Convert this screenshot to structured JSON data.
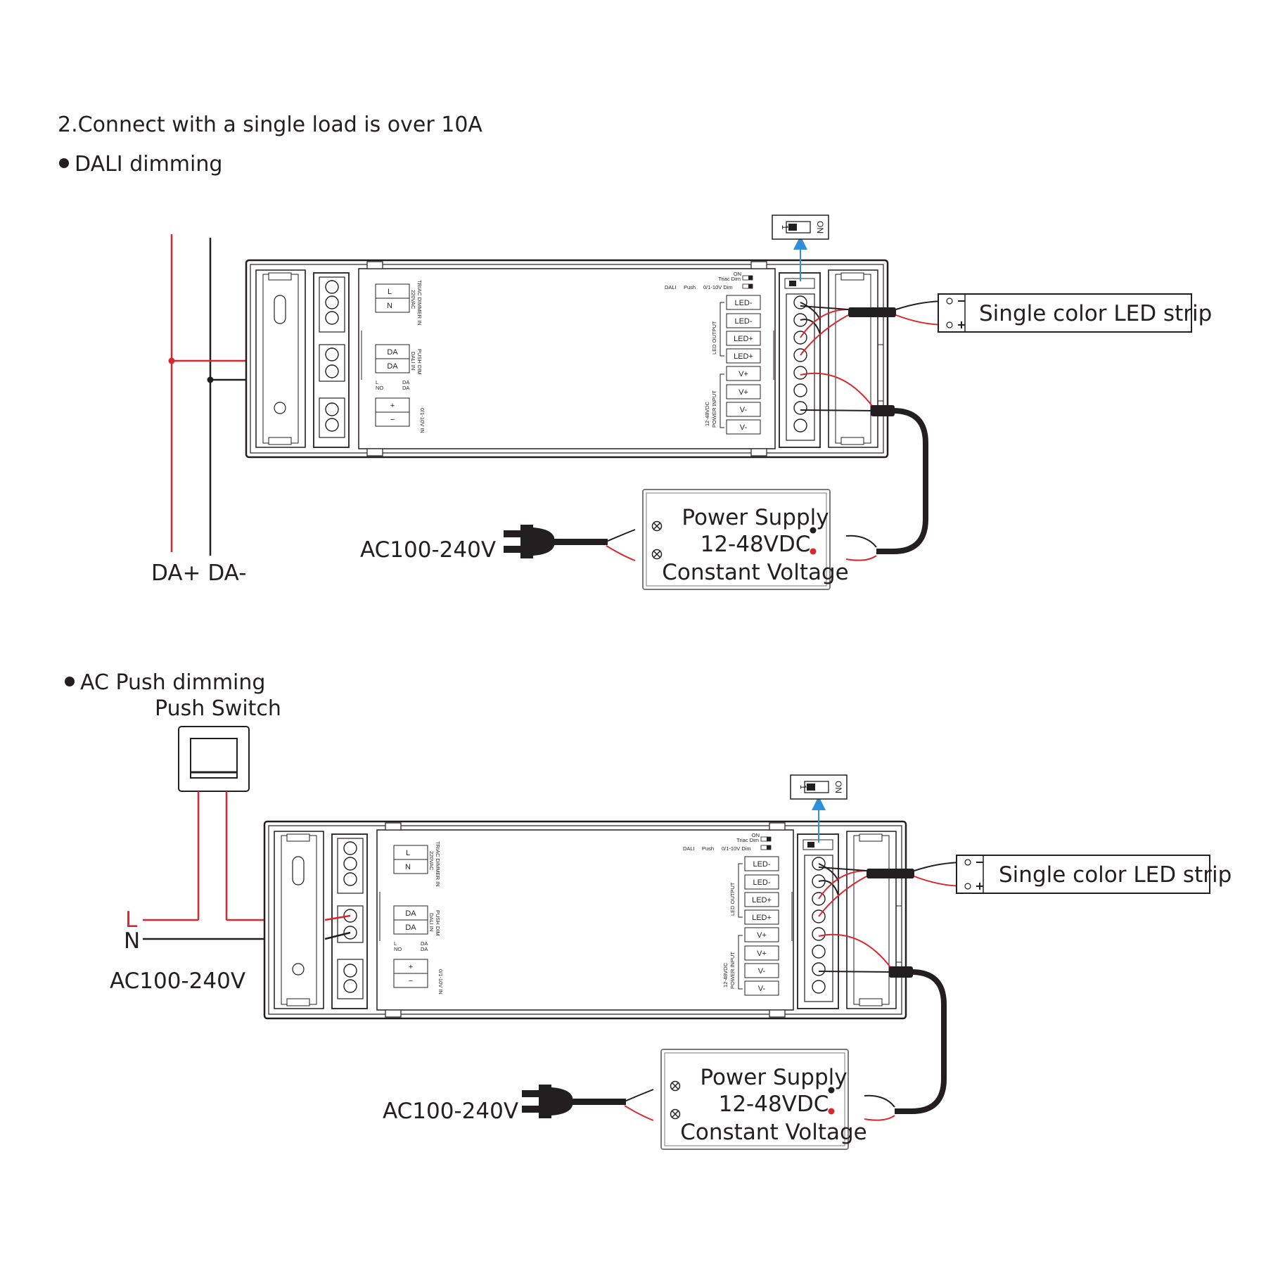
{
  "heading": "2.Connect with a single load is over 10A",
  "sections": [
    {
      "bullet": "DALI dimming",
      "bus_label": "DA+ DA-",
      "ac_input_label": "AC100-240V",
      "led_strip_label": "Single color LED strip",
      "power_supply": [
        "Power Supply",
        "12-48VDC",
        "Constant Voltage"
      ]
    },
    {
      "bullet": "AC Push dimming",
      "switch_label": "Push Switch",
      "line_label": "L",
      "neutral_label": "N",
      "mains_label": "AC100-240V",
      "ac_input_label": "AC100-240V",
      "led_strip_label": "Single color LED strip",
      "power_supply": [
        "Power Supply",
        "12-48VDC",
        "Constant Voltage"
      ]
    }
  ],
  "device": {
    "left_terminals": {
      "triac": [
        "L",
        "N"
      ],
      "triac_label": [
        "TRIAC DIMMER IN",
        "220VAC"
      ],
      "dali": [
        "DA",
        "DA"
      ],
      "dali_label": [
        "PUSH DIM",
        "DALI IN"
      ],
      "switch_legend": [
        "L",
        "NO",
        "DA",
        "DA"
      ],
      "zero_ten": [
        "+",
        "−"
      ],
      "zero_ten_label": "0/1-10V IN"
    },
    "mode_labels": [
      "ON",
      "Triac Dim",
      "DALI",
      "Push",
      "0/1-10V Dim"
    ],
    "output_terminals": [
      "LED-",
      "LED-",
      "LED+",
      "LED+",
      "V+",
      "V+",
      "V-",
      "V-"
    ],
    "output_group_label": "LED OUTPUT",
    "power_group_label": [
      "12-48VDC",
      "POWER INPUT"
    ],
    "dip_switch": {
      "number": "1",
      "on_label": "ON"
    }
  },
  "colors": {
    "live_wire": "#d7282f",
    "neutral_wire": "#231f20",
    "arrow": "#2f8fd8",
    "outline": "#231f20"
  }
}
